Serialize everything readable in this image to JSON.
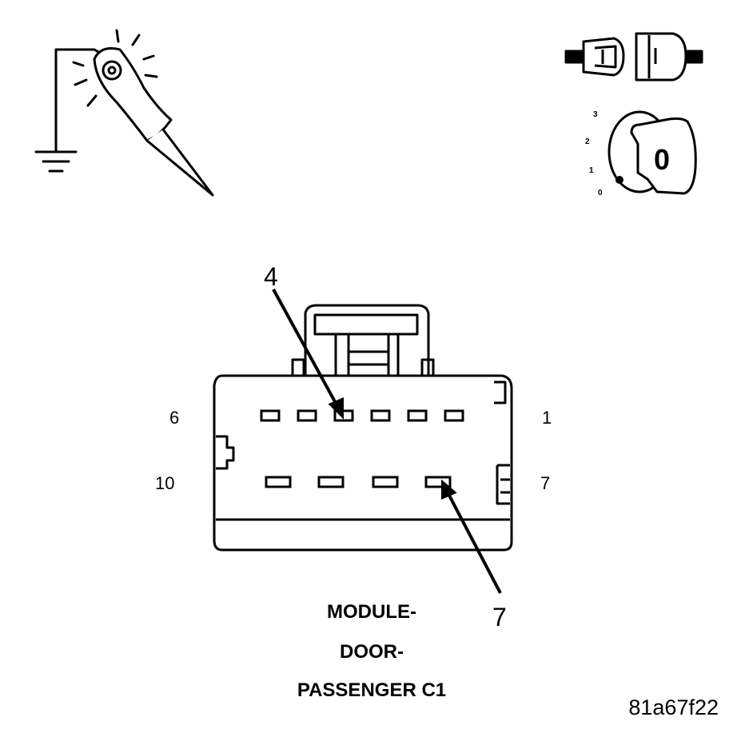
{
  "connector": {
    "pin_top_left": "6",
    "pin_top_right": "1",
    "pin_bottom_left": "10",
    "pin_bottom_right": "7",
    "callout_top": "4",
    "callout_bottom": "7"
  },
  "caption": {
    "line1": "MODULE-",
    "line2": "DOOR-",
    "line3": "PASSENGER C1"
  },
  "figure_id": "81a67f22",
  "ignition_key": {
    "positions": [
      "3",
      "2",
      "1",
      "0"
    ],
    "key_label": "0"
  },
  "icons": {
    "test_light": "test-light-probe-icon",
    "ground": "ground-symbol-icon",
    "connector_disconnect": "disconnected-connector-icon",
    "ignition": "ignition-key-off-icon"
  }
}
